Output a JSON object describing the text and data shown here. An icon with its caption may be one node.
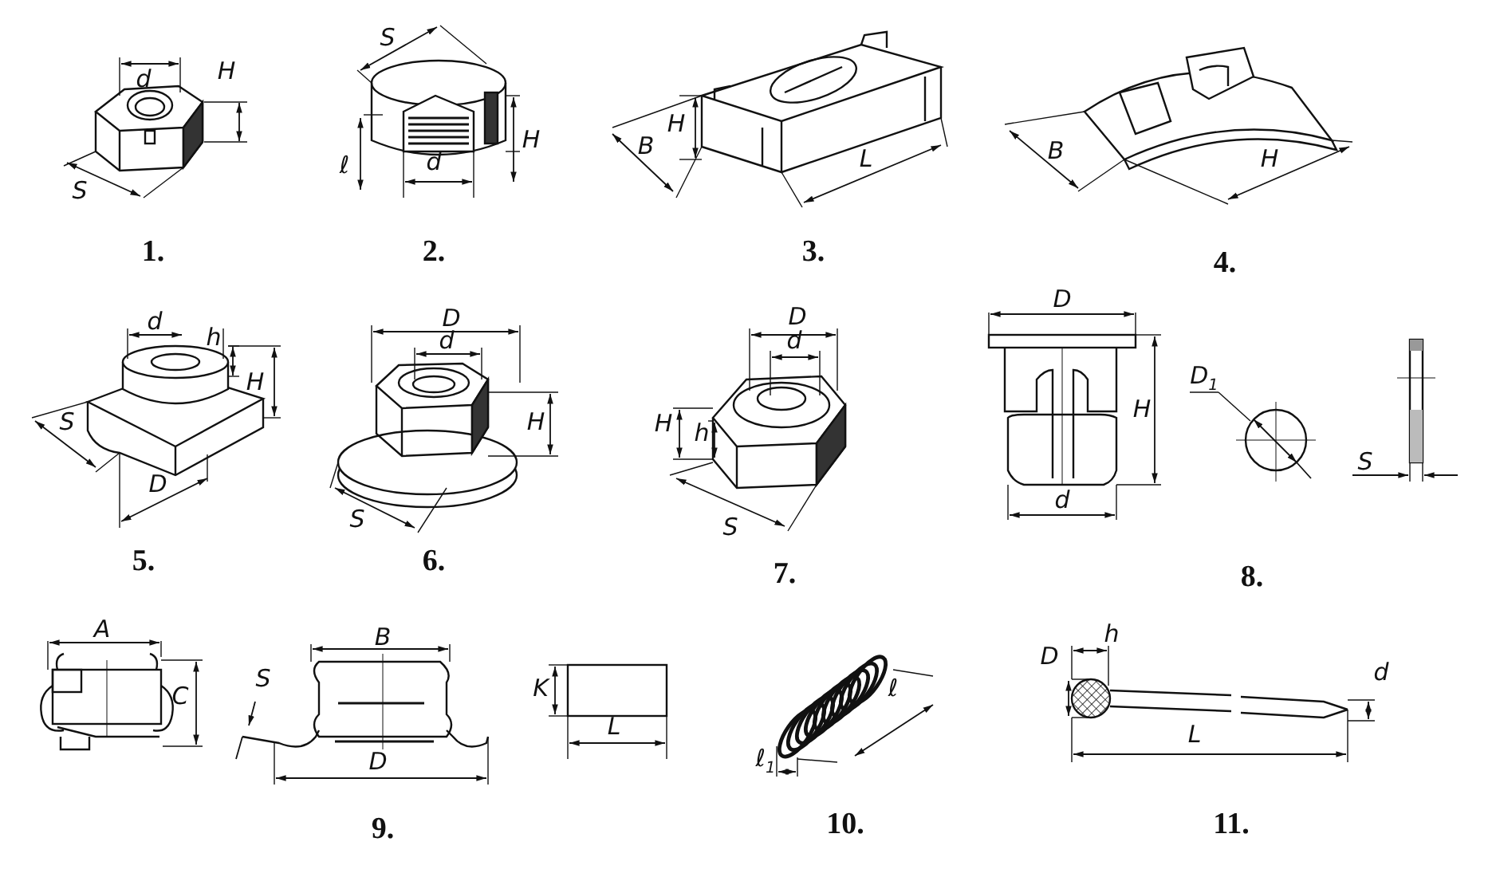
{
  "diagram": {
    "labels": [
      "d",
      "H",
      "S",
      "1.",
      "S",
      "ℓ",
      "d",
      "H",
      "2.",
      "H",
      "B",
      "L",
      "3.",
      "B",
      "H",
      "4.",
      "d",
      "h",
      "H",
      "S",
      "D",
      "5.",
      "D",
      "d",
      "H",
      "S",
      "6.",
      "D",
      "d",
      "H",
      "h",
      "S",
      "7.",
      "D",
      "H",
      "d",
      "D$_{1}$",
      "S",
      "8.",
      "A",
      "C",
      "B",
      "S",
      "D",
      "K",
      "L",
      "9.",
      "ℓ",
      "ℓ$_{1}$",
      "10.",
      "D",
      "h",
      "d",
      "L",
      "11."
    ]
  }
}
